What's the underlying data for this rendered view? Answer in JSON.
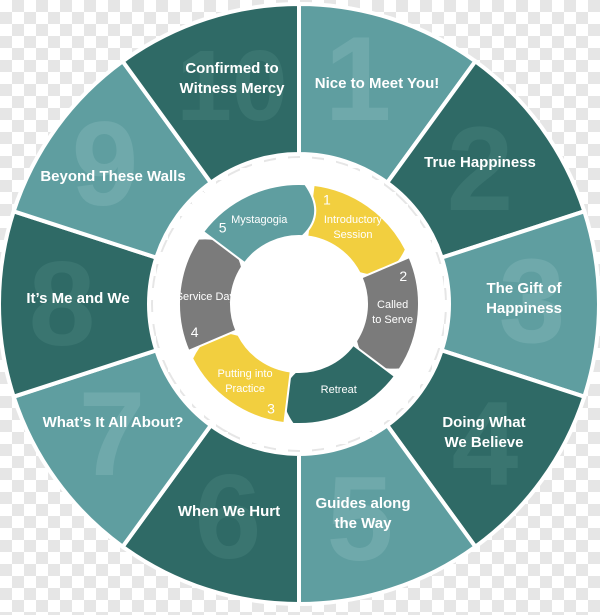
{
  "colors": {
    "dark": "#2f6a66",
    "light": "#5f9ea0",
    "bigNumDark": "#3a7570",
    "bigNumLight": "#6fa9ab",
    "border": "#ffffff",
    "yellow": "#f2cf3f",
    "grey": "#7b7b7b",
    "teal": "#2f6a66",
    "tealLight": "#5f9ea0"
  },
  "segments": [
    {
      "number": "1",
      "label_lines": [
        "Nice to Meet You!"
      ]
    },
    {
      "number": "2",
      "label_lines": [
        "True Happiness"
      ]
    },
    {
      "number": "3",
      "label_lines": [
        "The Gift of",
        "Happiness"
      ]
    },
    {
      "number": "4",
      "label_lines": [
        "Doing What",
        "We Believe"
      ]
    },
    {
      "number": "5",
      "label_lines": [
        "Guides along",
        "the Way"
      ]
    },
    {
      "number": "6",
      "label_lines": [
        "When We Hurt"
      ]
    },
    {
      "number": "7",
      "label_lines": [
        "What’s It All About?"
      ]
    },
    {
      "number": "8",
      "label_lines": [
        "It’s Me and We"
      ]
    },
    {
      "number": "9",
      "label_lines": [
        "Beyond These Walls"
      ]
    },
    {
      "number": "10",
      "label_lines": [
        "Confirmed to",
        "Witness Mercy"
      ]
    }
  ],
  "stages": [
    {
      "number": "1",
      "label_lines": [
        "Introductory",
        "Session"
      ]
    },
    {
      "number": "2",
      "label_lines": [
        "Called",
        "to Serve"
      ]
    },
    {
      "number": "",
      "label_lines": [
        "Retreat"
      ]
    },
    {
      "number": "3",
      "label_lines": [
        "Putting into",
        "Practice"
      ]
    },
    {
      "number": "4",
      "label_lines": [
        "Service Day"
      ]
    },
    {
      "number": "5",
      "label_lines": [
        "Mystagogia"
      ]
    }
  ]
}
